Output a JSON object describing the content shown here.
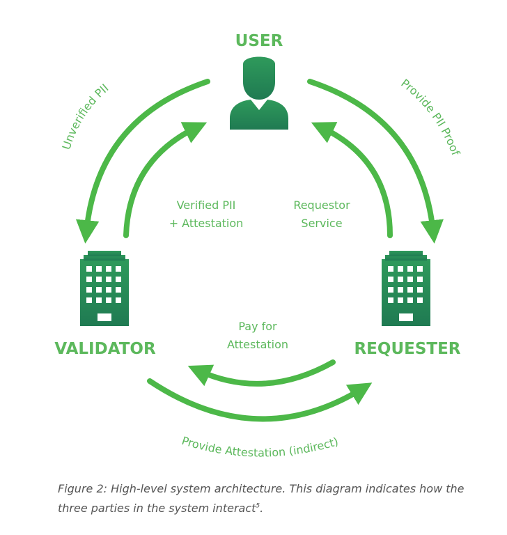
{
  "colors": {
    "arrow": "#4cb848",
    "label": "#5cb85c",
    "icon_top": "#2f9a5b",
    "icon_bottom": "#1f7a52",
    "caption": "#555555"
  },
  "nodes": {
    "user": {
      "label": "USER",
      "icon": "user-icon"
    },
    "validator": {
      "label": "VALIDATOR",
      "icon": "building-icon"
    },
    "requester": {
      "label": "REQUESTER",
      "icon": "building-icon"
    }
  },
  "edges": {
    "unverified_pii": "Unverified PII",
    "provide_pii_proof": "Provide PII Proof",
    "verified_pii_line1": "Verified PII",
    "verified_pii_line2": "+ Attestation",
    "requestor_service_line1": "Requestor",
    "requestor_service_line2": "Service",
    "pay_for_line1": "Pay for",
    "pay_for_line2": "Attestation",
    "provide_attestation": "Provide Attestation (indirect)"
  },
  "caption": {
    "text": "Figure 2: High-level system architecture. This diagram indicates how the three parties in the system interact",
    "footnote": "5",
    "end": "."
  }
}
